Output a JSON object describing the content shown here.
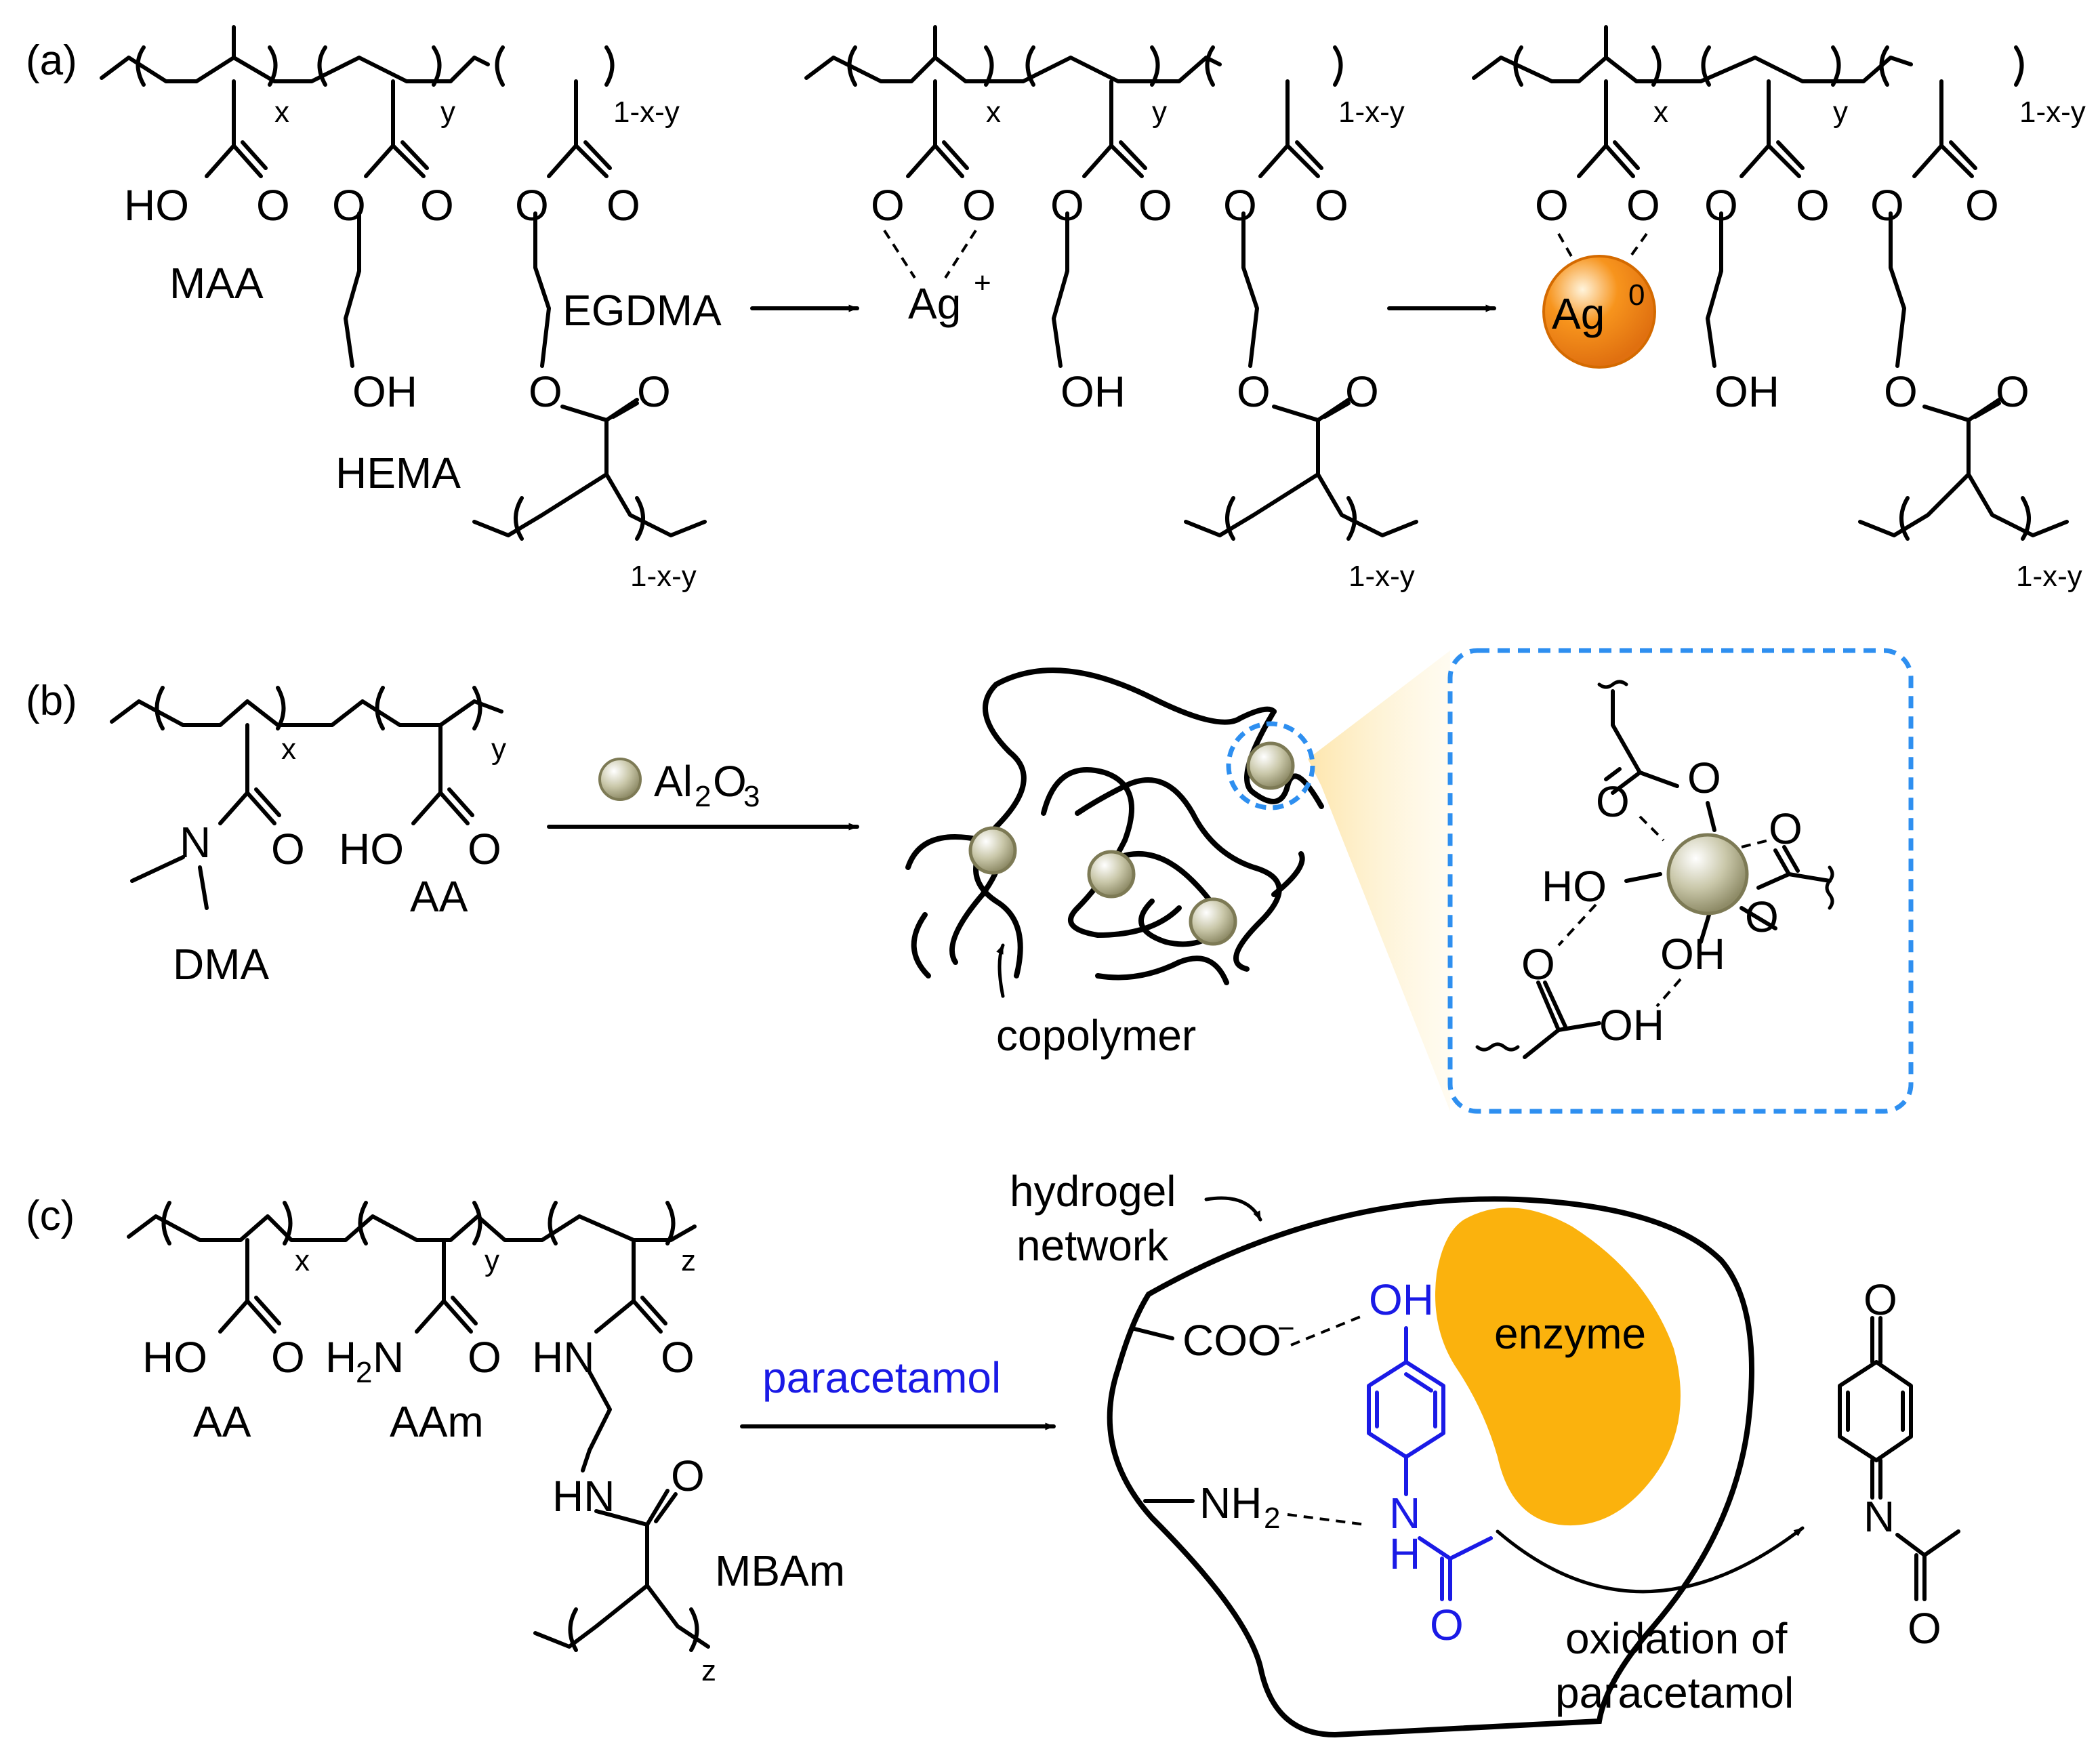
{
  "panels": {
    "a": "(a)",
    "b": "(b)",
    "c": "(c)"
  },
  "panel_a": {
    "monomers": [
      "MAA",
      "HEMA",
      "EGDMA"
    ],
    "sub_x": "x",
    "sub_y": "y",
    "sub_1xy": "1-x-y",
    "ho": "HO",
    "o": "O",
    "oh": "OH",
    "ag_ion": "Ag",
    "ag_ion_charge": "+",
    "ag_zero": "Ag",
    "ag_zero_sup": "0"
  },
  "panel_b": {
    "monomers": [
      "DMA",
      "AA"
    ],
    "n": "N",
    "reagent_al": "Al",
    "reagent_2": "2",
    "reagent_o": "O",
    "reagent_3": "3",
    "copolymer": "copolymer",
    "inset_ho": "HO",
    "inset_oh": "OH",
    "inset_o": "O"
  },
  "panel_c": {
    "monomers": [
      "AA",
      "AAm",
      "MBAm"
    ],
    "sub_z": "z",
    "h2n_h": "H",
    "h2n_2": "2",
    "h2n_n": "N",
    "hn": "HN",
    "reagent": "paracetamol",
    "hydrogel_label_1": "hydrogel",
    "hydrogel_label_2": "network",
    "enzyme": "enzyme",
    "coo": "COO",
    "coo_minus": "−",
    "nh2": "NH",
    "nh2_sub": "2",
    "oh": "OH",
    "n": "N",
    "h": "H",
    "oxidation_1": "oxidation of",
    "oxidation_2": "paracetamol"
  },
  "colors": {
    "ag_particle": "#f7941d",
    "al2o3_particle": "#a6a483",
    "enzyme": "#fbb20d",
    "paracetamol": "#1a1ae6",
    "dashed_box": "#2e8ff0"
  }
}
